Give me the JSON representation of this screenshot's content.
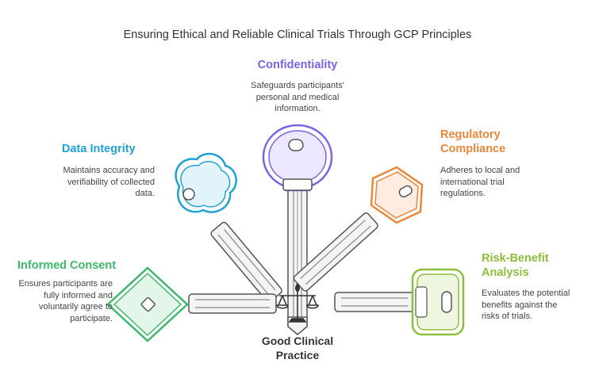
{
  "title": "Ensuring Ethical and Reliable Clinical Trials Through GCP Principles",
  "center": {
    "label_line1": "Good Clinical",
    "label_line2": "Practice",
    "icon": "scales-of-justice-icon"
  },
  "principles": {
    "confidentiality": {
      "title": "Confidentiality",
      "desc": [
        "Safeguards participants'",
        "personal and medical",
        "information."
      ],
      "color": "#7B61E8"
    },
    "data_integrity": {
      "title": "Data Integrity",
      "desc": [
        "Maintains accuracy and",
        "verifiability of collected",
        "data."
      ],
      "color": "#1FA2D4"
    },
    "regulatory_compliance": {
      "title": [
        "Regulatory",
        "Compliance"
      ],
      "desc": [
        "Adheres to local and",
        "international trial",
        "regulations."
      ],
      "color": "#E8873A"
    },
    "informed_consent": {
      "title": "Informed Consent",
      "desc": [
        "Ensures participants are",
        "fully informed and",
        "voluntarily agree to",
        "participate."
      ],
      "color": "#3DB86A"
    },
    "risk_benefit": {
      "title": [
        "Risk-Benefit",
        "Analysis"
      ],
      "desc": [
        "Evaluates the potential",
        "benefits against the",
        "risks of trials."
      ],
      "color": "#8DBE3A"
    }
  }
}
